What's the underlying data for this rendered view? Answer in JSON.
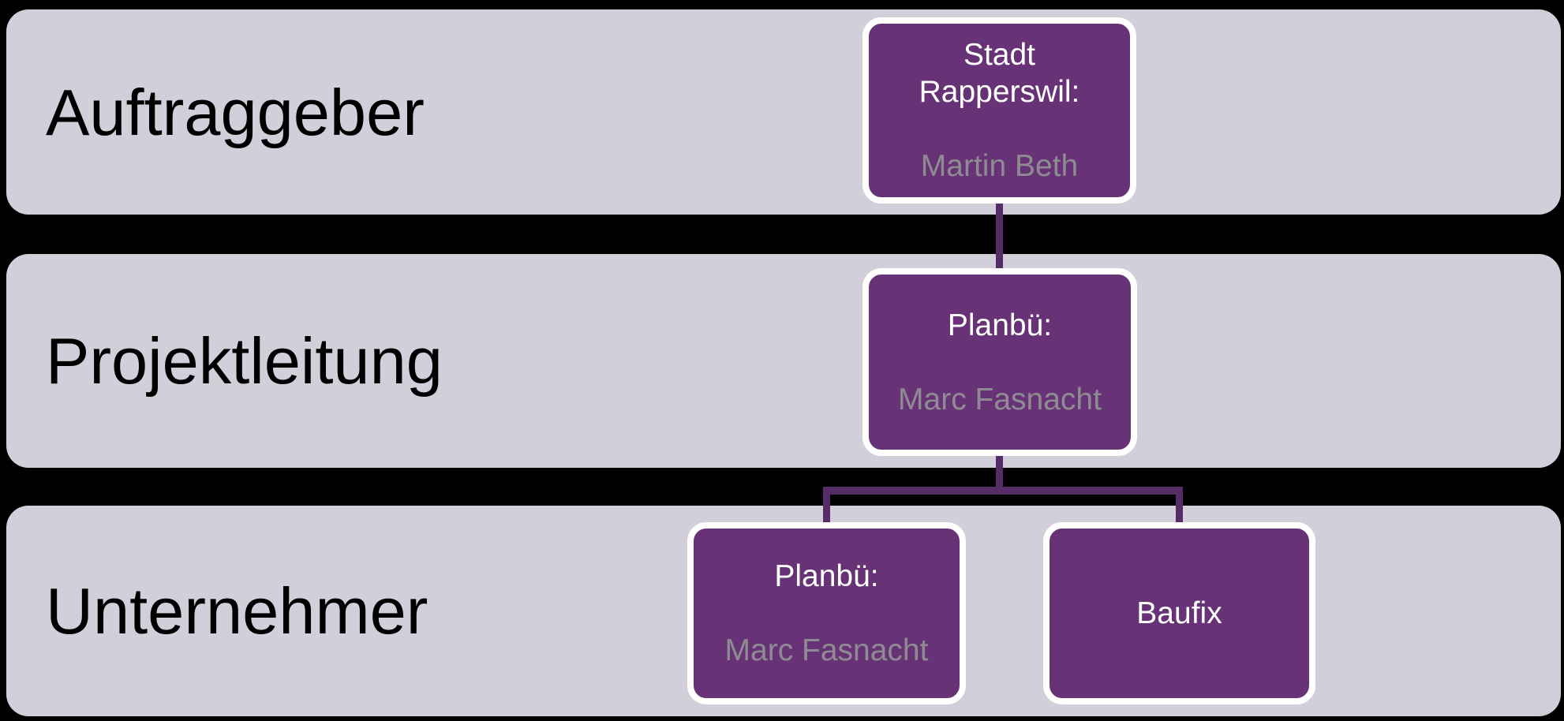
{
  "diagram": {
    "type": "org-chart",
    "rows": [
      {
        "label": "Auftraggeber"
      },
      {
        "label": "Projektleitung"
      },
      {
        "label": "Unternehmer"
      }
    ],
    "nodes": [
      {
        "row": "Auftraggeber",
        "title_lines": [
          "Stadt",
          "Rapperswil:"
        ],
        "person": "Martin Beth"
      },
      {
        "row": "Projektleitung",
        "title_lines": [
          "Planbü:"
        ],
        "person": "Marc Fasnacht"
      },
      {
        "row": "Unternehmer",
        "title_lines": [
          "Planbü:"
        ],
        "person": "Marc Fasnacht"
      },
      {
        "row": "Unternehmer",
        "title_lines": [
          "Baufix"
        ],
        "person": ""
      }
    ],
    "edges": [
      {
        "from": "Stadt Rapperswil",
        "to": "Planbü (Projektleitung)"
      },
      {
        "from": "Planbü (Projektleitung)",
        "to": "Planbü (Unternehmer)"
      },
      {
        "from": "Planbü (Projektleitung)",
        "to": "Baufix"
      }
    ],
    "colors": {
      "background": "#000000",
      "band_fill": "#d3cfda",
      "band_text": "#000000",
      "node_fill": "#683376",
      "node_border": "#ffffff",
      "node_title_text": "#ffffff",
      "node_person_text": "#8e8c92",
      "connector": "#562c67"
    }
  }
}
